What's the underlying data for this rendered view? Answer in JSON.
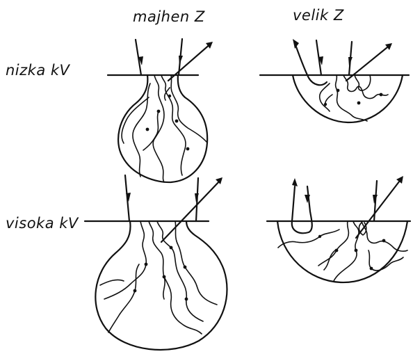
{
  "columns": {
    "small_z": "majhen Z",
    "large_z": "velik Z"
  },
  "rows": {
    "low_kv": "nizka  kV",
    "high_kv": "visoka kV"
  },
  "colors": {
    "ink": "#111111",
    "background": "#ffffff"
  }
}
